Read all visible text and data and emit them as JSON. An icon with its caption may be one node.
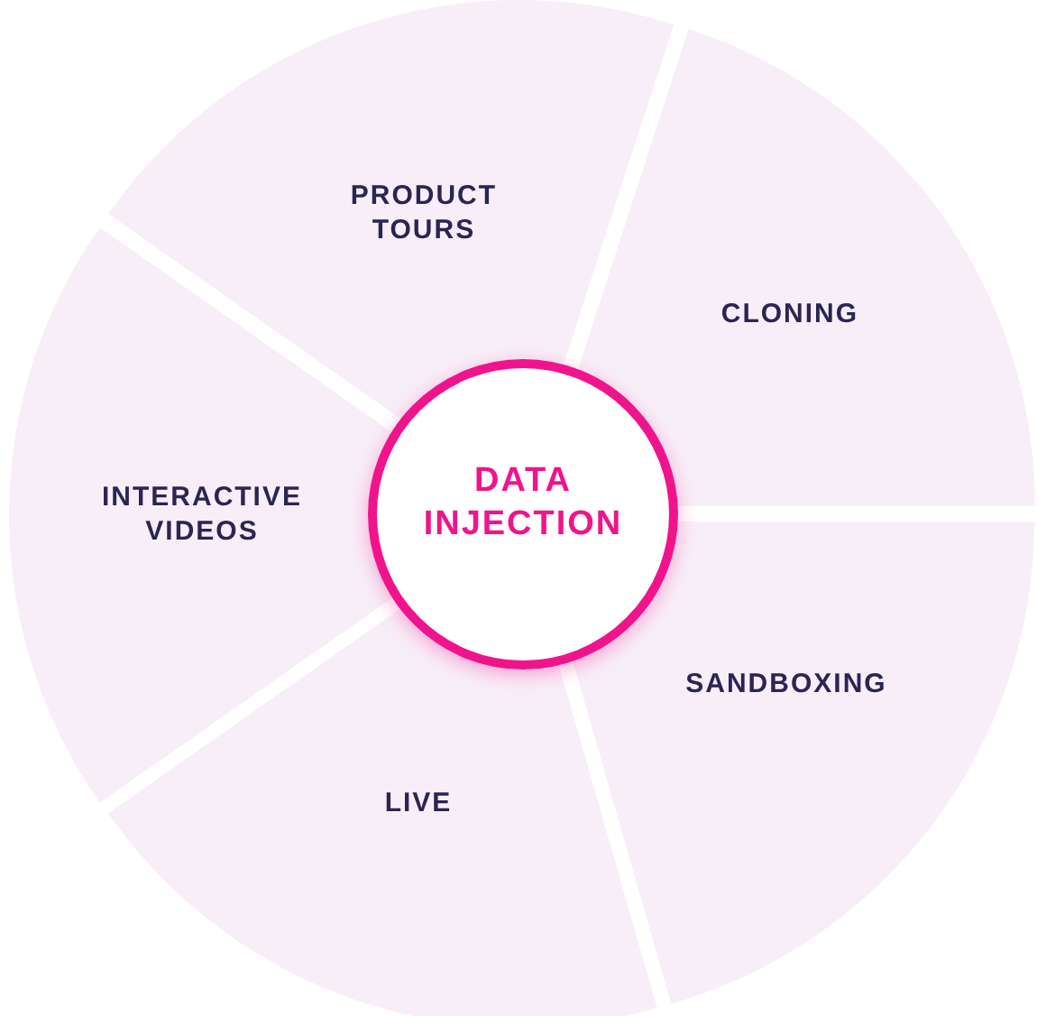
{
  "diagram": {
    "nodes": [
      {
        "text": [
          "PRODUCT TOURS"
        ]
      },
      {
        "text": [
          "CLONING"
        ]
      },
      {
        "text": [
          "INTERACTIVE VIDEOS"
        ]
      },
      {
        "text": [
          "DATA INJECTION"
        ]
      },
      {
        "text": [
          "SANDBOXING"
        ]
      },
      {
        "text": [
          "LIVE"
        ]
      }
    ]
  }
}
